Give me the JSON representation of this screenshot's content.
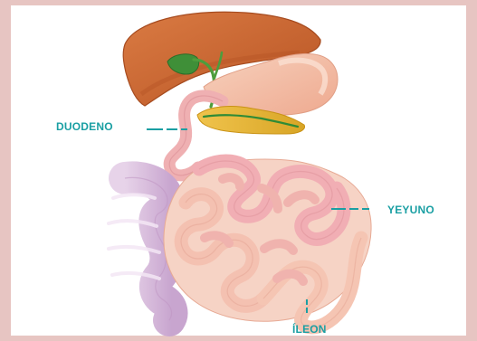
{
  "labels": {
    "duodeno": "DUODENO",
    "yeyuno": "YEYUNO",
    "ileon": "ÍLEON"
  },
  "colors": {
    "background_border": "#e7c5c2",
    "panel": "#ffffff",
    "label_text": "#1a9fa3",
    "leader_line": "#1a9fa3",
    "liver": "#c8642f",
    "gallbladder": "#3f8f38",
    "stomach": "#f2b79d",
    "pancreas": "#e5b52d",
    "small_intestine": "#efb7a6",
    "large_intestine": "#d9b8db"
  }
}
